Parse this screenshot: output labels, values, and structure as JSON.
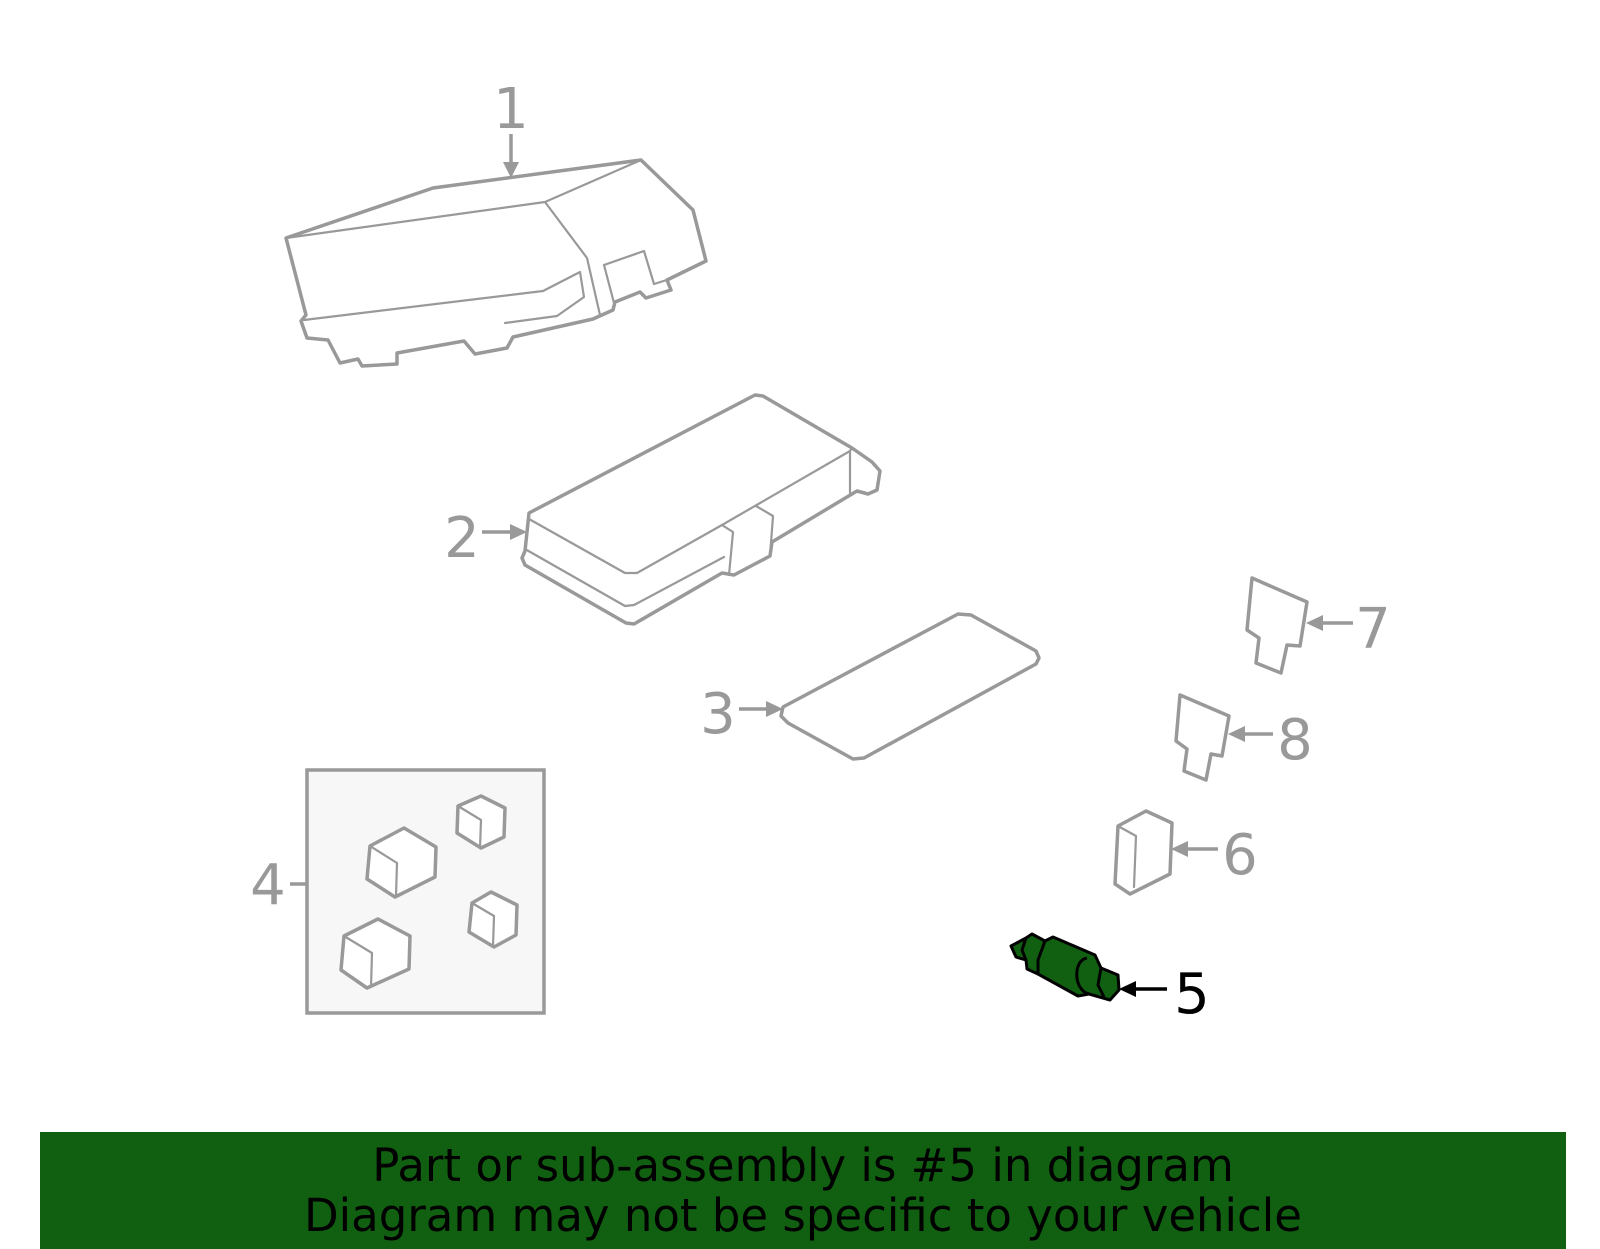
{
  "colors": {
    "line": "#999999",
    "highlight_fill": "#116011",
    "banner_bg": "#116011",
    "banner_text": "#000000",
    "box_fill": "#f7f7f7"
  },
  "callouts": {
    "c1": "1",
    "c2": "2",
    "c3": "3",
    "c4": "4",
    "c5": "5",
    "c6": "6",
    "c7": "7",
    "c8": "8"
  },
  "highlighted_part": "5",
  "banner": {
    "line1": "Part or sub-assembly is #5 in diagram",
    "line2": "Diagram may not be specific to your vehicle"
  }
}
